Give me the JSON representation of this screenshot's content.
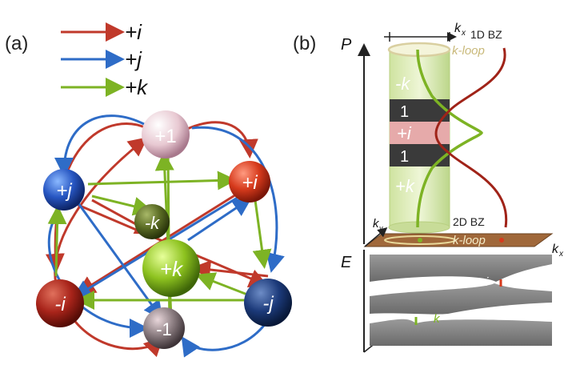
{
  "panel_a": {
    "label": "(a)",
    "legend": [
      {
        "text": "+i",
        "color": "#c0392b"
      },
      {
        "text": "+j",
        "color": "#2e6cc7"
      },
      {
        "text": "+k",
        "color": "#7db324"
      }
    ],
    "nodes": {
      "plus_one": "+1",
      "minus_one": "-1",
      "plus_i": "+i",
      "minus_i": "-i",
      "plus_j": "+j",
      "minus_j": "-j",
      "plus_k": "+k",
      "minus_k": "-k"
    }
  },
  "panel_b": {
    "label": "(b)",
    "p_axis": "P",
    "e_axis": "E",
    "kx_top": "k",
    "kx_top_sub": "x",
    "bz_1d": "1D BZ",
    "kloop_top": "k-loop",
    "bands": [
      "-k",
      "1",
      "+i",
      "1",
      "+k"
    ],
    "bz_2d": "2D BZ",
    "ky": "k",
    "ky_sub": "y",
    "kloop_plane": "k-loop",
    "kx_plane": "k",
    "kx_plane_sub": "x",
    "cone_i": "i",
    "cone_k": "k"
  },
  "colors": {
    "red": "#c0392b",
    "blue": "#2e6cc7",
    "green": "#7db324",
    "tan": "#a0683a",
    "khaki": "#d9cfa0"
  }
}
